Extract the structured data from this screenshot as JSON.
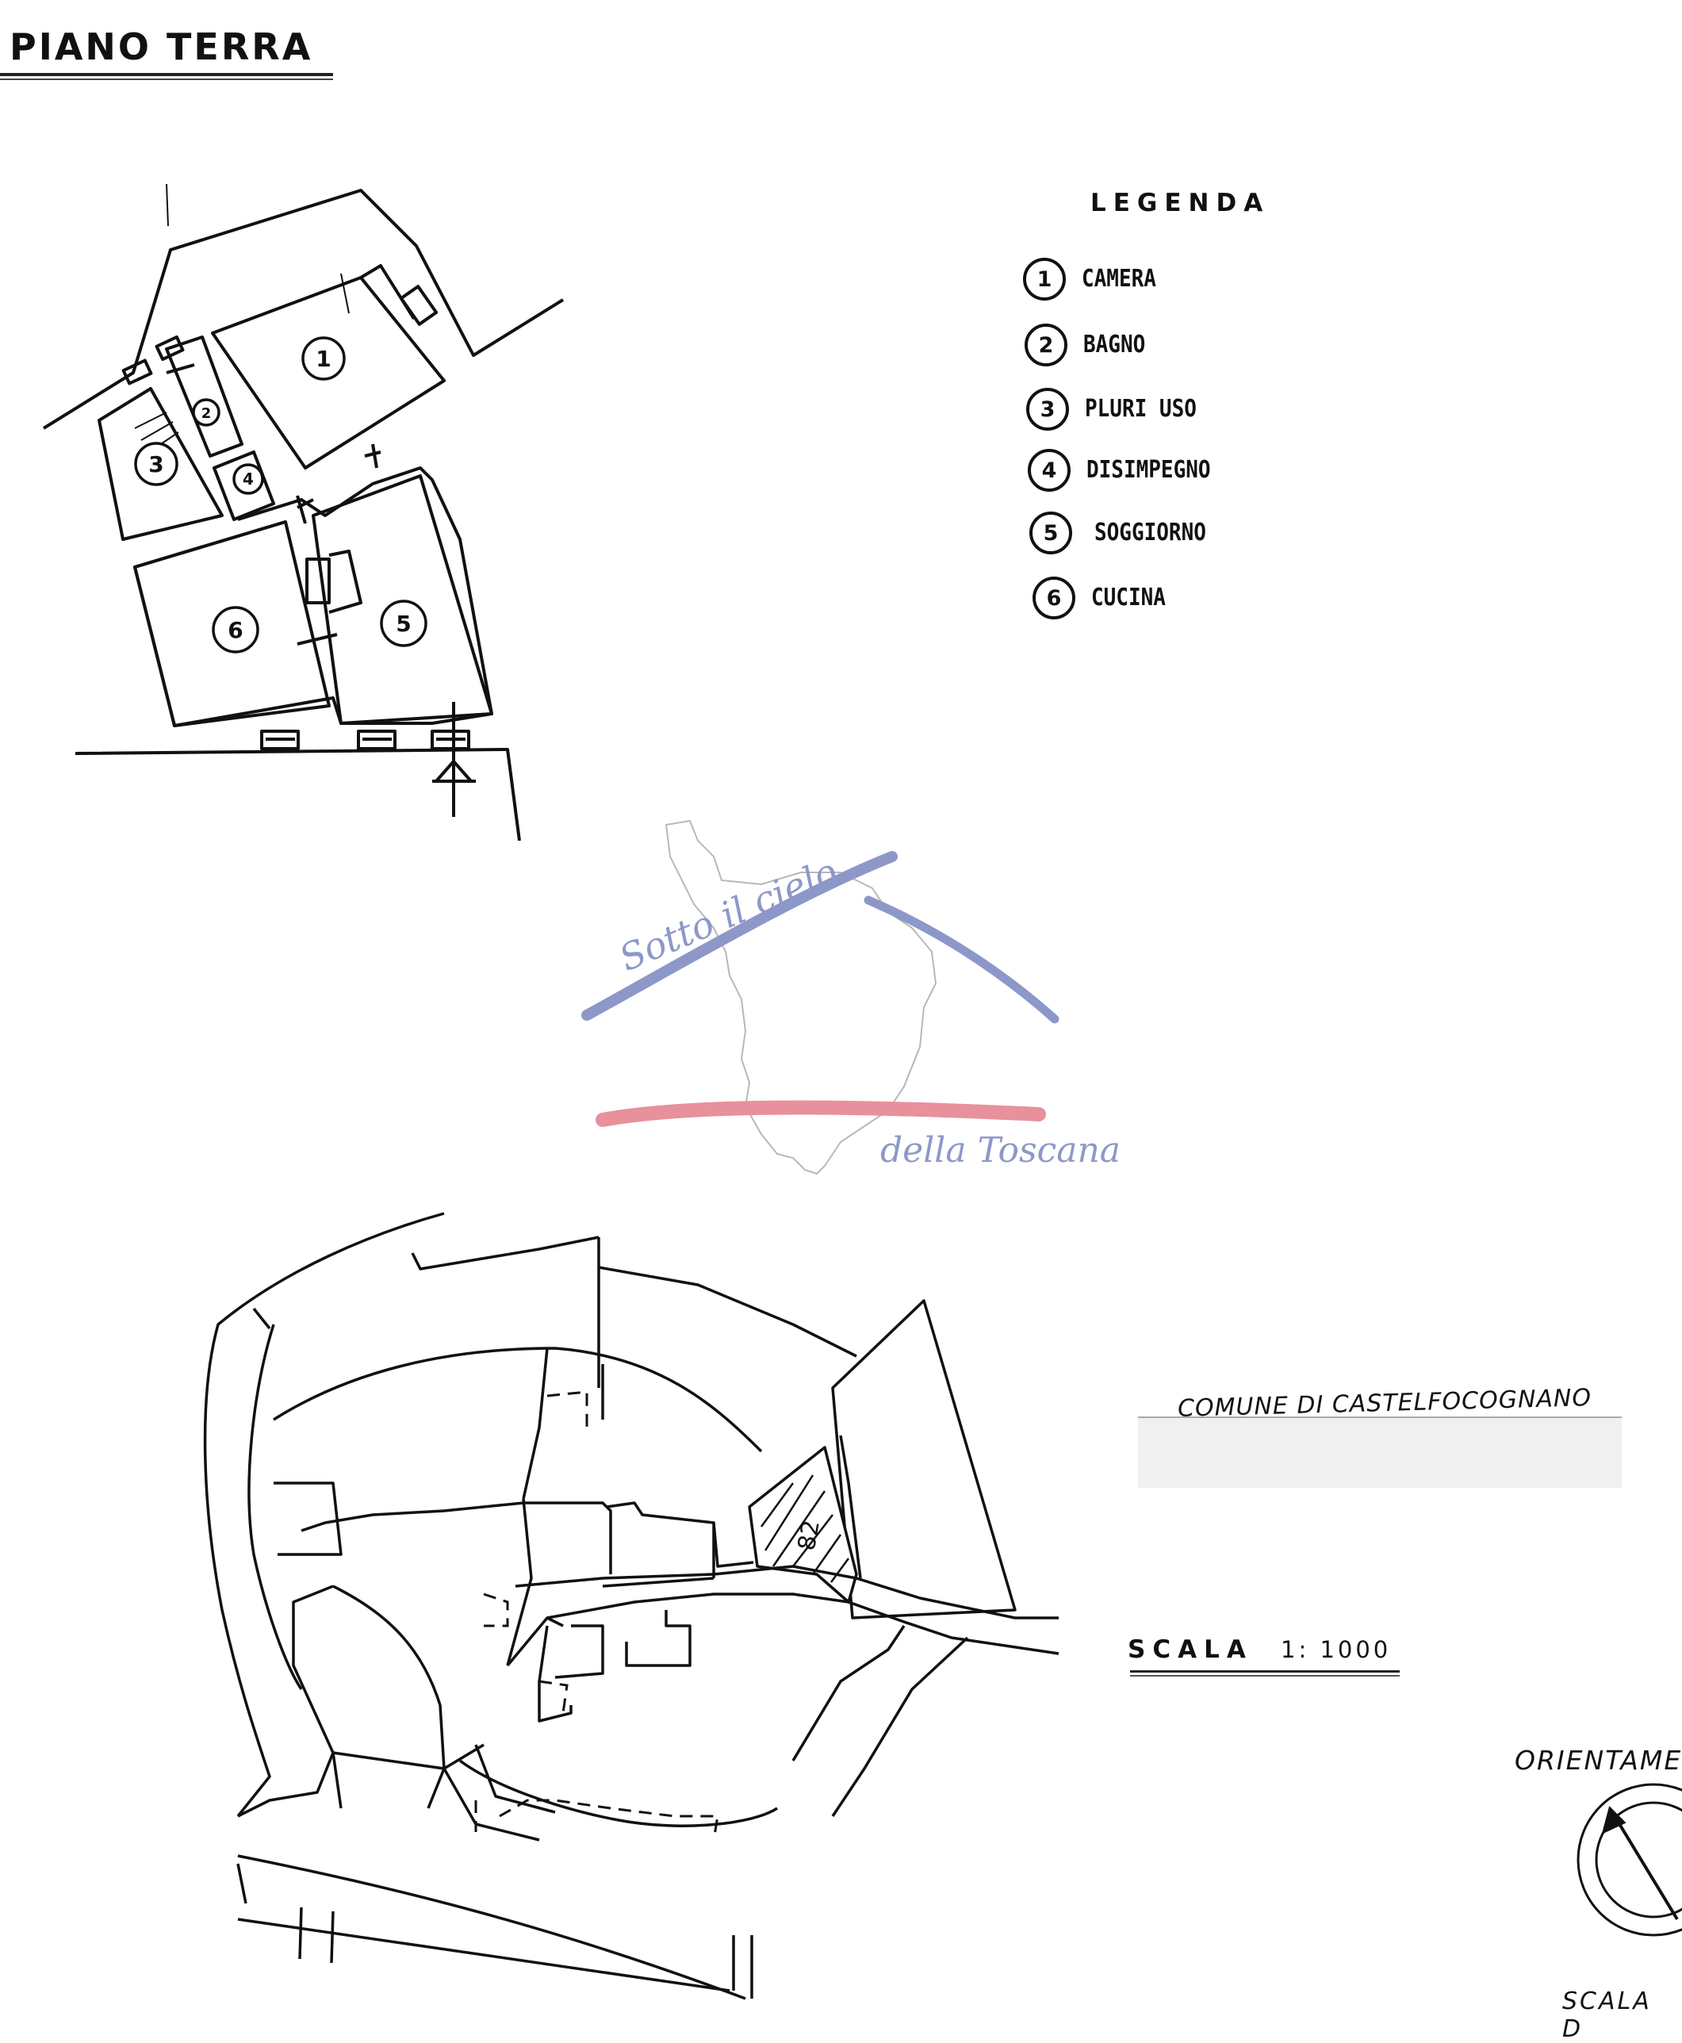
{
  "header": {
    "title": "PIANO TERRA"
  },
  "legend": {
    "title": "LEGENDA",
    "items": [
      {
        "number": "1",
        "label": "CAMERA"
      },
      {
        "number": "2",
        "label": "BAGNO"
      },
      {
        "number": "3",
        "label": "PLURI  USO"
      },
      {
        "number": "4",
        "label": "DISIMPEGNO"
      },
      {
        "number": "5",
        "label": "SOGGIORNO"
      },
      {
        "number": "6",
        "label": "CUCINA"
      }
    ]
  },
  "plan": {
    "room_labels": [
      "1",
      "2",
      "3",
      "4",
      "5",
      "6"
    ]
  },
  "watermark": {
    "line1": "Sotto il cielo",
    "line2": "della Toscana",
    "colors": {
      "blue": "#8d98c8",
      "pink": "#e8909c"
    }
  },
  "site_map": {
    "parcel_number": "82",
    "comune": "COMUNE DI CASTELFOCOGNANO",
    "scale_label": "SCALA",
    "scale_value": "1: 1000",
    "orientation_label": "ORIENTAME",
    "scale_d_label": "SCALA D"
  }
}
